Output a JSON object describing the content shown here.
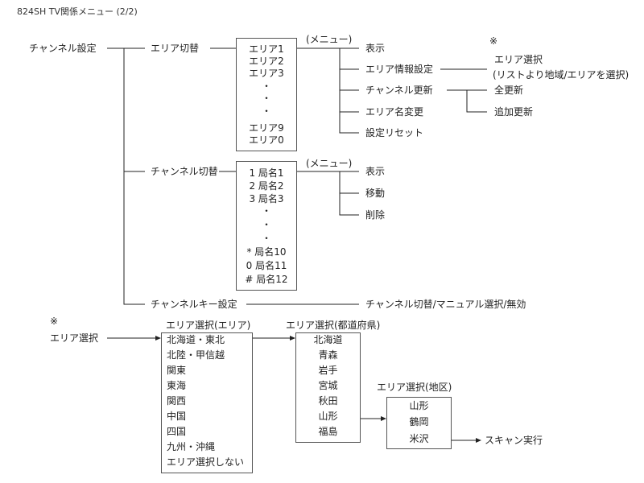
{
  "title": "824SH TV関係メニュー (2/2)",
  "root": "チャンネル設定",
  "menu_label": "(メニュー)",
  "note_mark": "※",
  "branches": {
    "area_switch": {
      "label": "エリア切替",
      "items": [
        "エリア1",
        "エリア2",
        "エリア3",
        "・",
        "・",
        "・",
        "エリア9",
        "エリア0"
      ],
      "menu": [
        "表示",
        "エリア情報設定",
        "チャンネル更新",
        "エリア名変更",
        "設定リセット"
      ],
      "area_info_result": [
        "エリア選択",
        "(リストより地域/エリアを選択)"
      ],
      "channel_update_options": [
        "全更新",
        "追加更新"
      ]
    },
    "channel_switch": {
      "label": "チャンネル切替",
      "items": [
        "1 局名1",
        "2 局名2",
        "3 局名3",
        "・",
        "・",
        "・",
        "* 局名10",
        "0 局名11",
        "# 局名12"
      ],
      "menu": [
        "表示",
        "移動",
        "削除"
      ]
    },
    "channel_key": {
      "label": "チャンネルキー設定",
      "options": "チャンネル切替/マニュアル選択/無効"
    }
  },
  "area_select_flow": {
    "start": "エリア選択",
    "region": {
      "heading": "エリア選択(エリア)",
      "items": [
        "北海道・東北",
        "北陸・甲信越",
        "関東",
        "東海",
        "関西",
        "中国",
        "四国",
        "九州・沖縄",
        "エリア選択しない"
      ]
    },
    "prefecture": {
      "heading": "エリア選択(都道府県)",
      "items": [
        "北海道",
        "青森",
        "岩手",
        "宮城",
        "秋田",
        "山形",
        "福島"
      ]
    },
    "district": {
      "heading": "エリア選択(地区)",
      "items": [
        "山形",
        "鶴岡",
        "米沢"
      ]
    },
    "final": "スキャン実行"
  }
}
